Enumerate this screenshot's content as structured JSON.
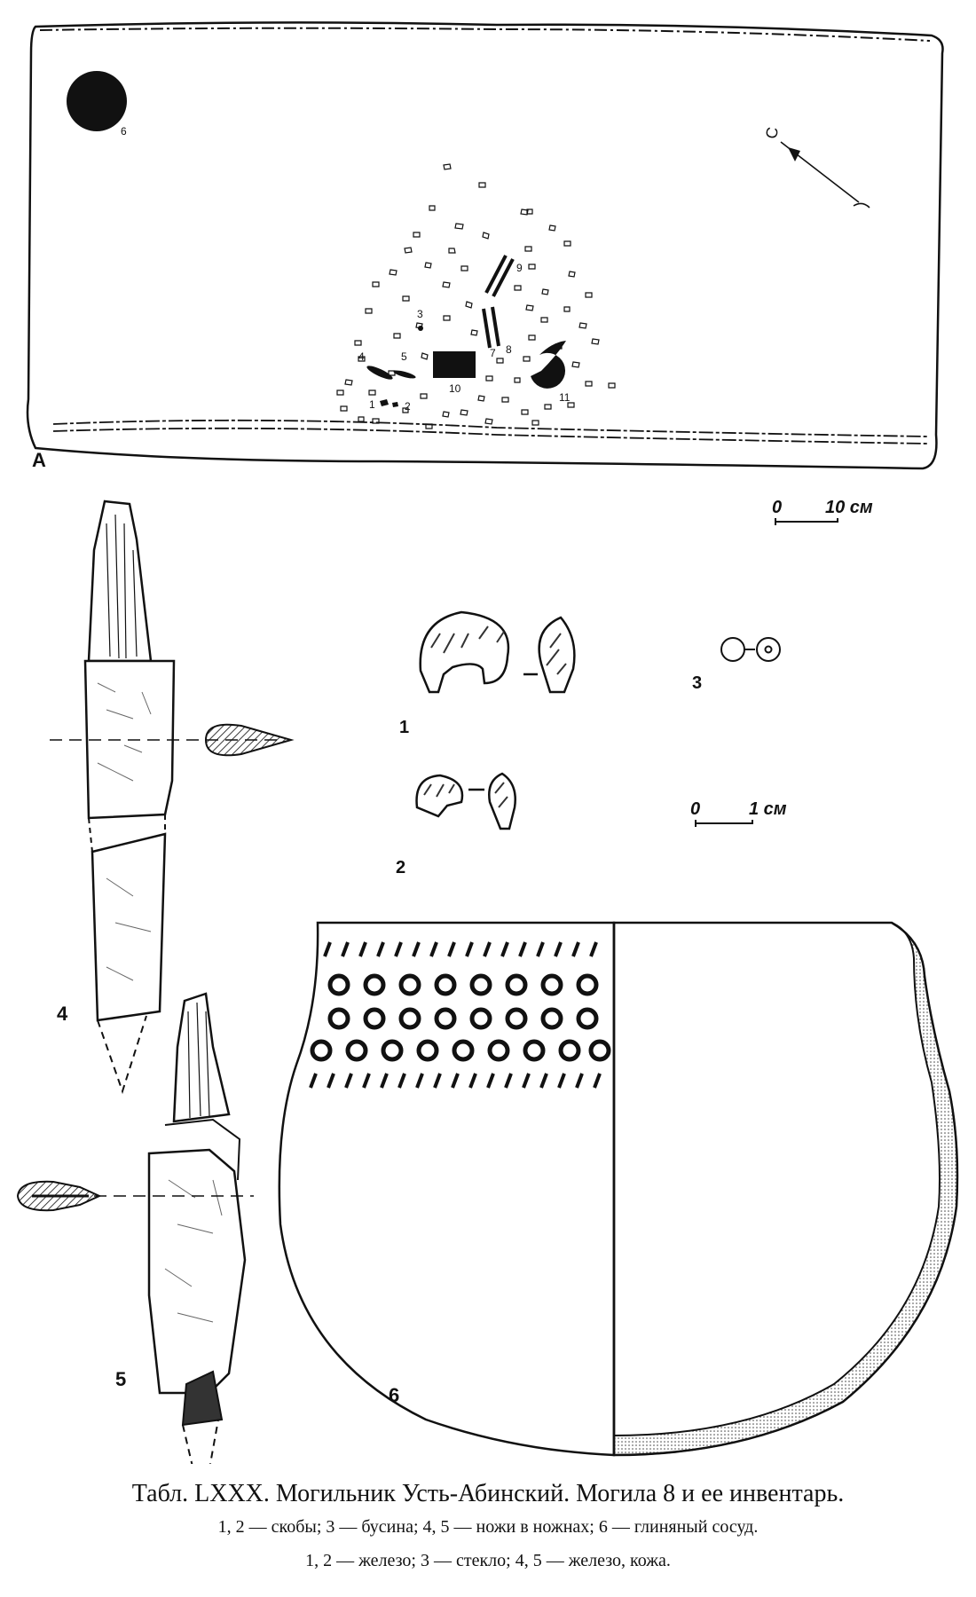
{
  "plan": {
    "label": "А",
    "scale": {
      "zero": "0",
      "value": "10 см"
    },
    "numbers": [
      "1",
      "2",
      "3",
      "4",
      "5",
      "6",
      "7",
      "8",
      "9",
      "10",
      "11"
    ],
    "north": "С"
  },
  "figures": {
    "f1": "1",
    "f2": "2",
    "f3": "3",
    "f4": "4",
    "f5": "5",
    "f6": "6",
    "scale": {
      "zero": "0",
      "value": "1 см"
    }
  },
  "caption": {
    "title": "Табл. LXXX. Могильник Усть-Абинский. Могила 8 и ее инвентарь.",
    "line1": "1, 2 — скобы; 3 — бусина; 4, 5 — ножи в ножнах; 6 — глиняный сосуд.",
    "line2": "1, 2 — железо; 3 — стекло; 4, 5 — железо, кожа."
  }
}
